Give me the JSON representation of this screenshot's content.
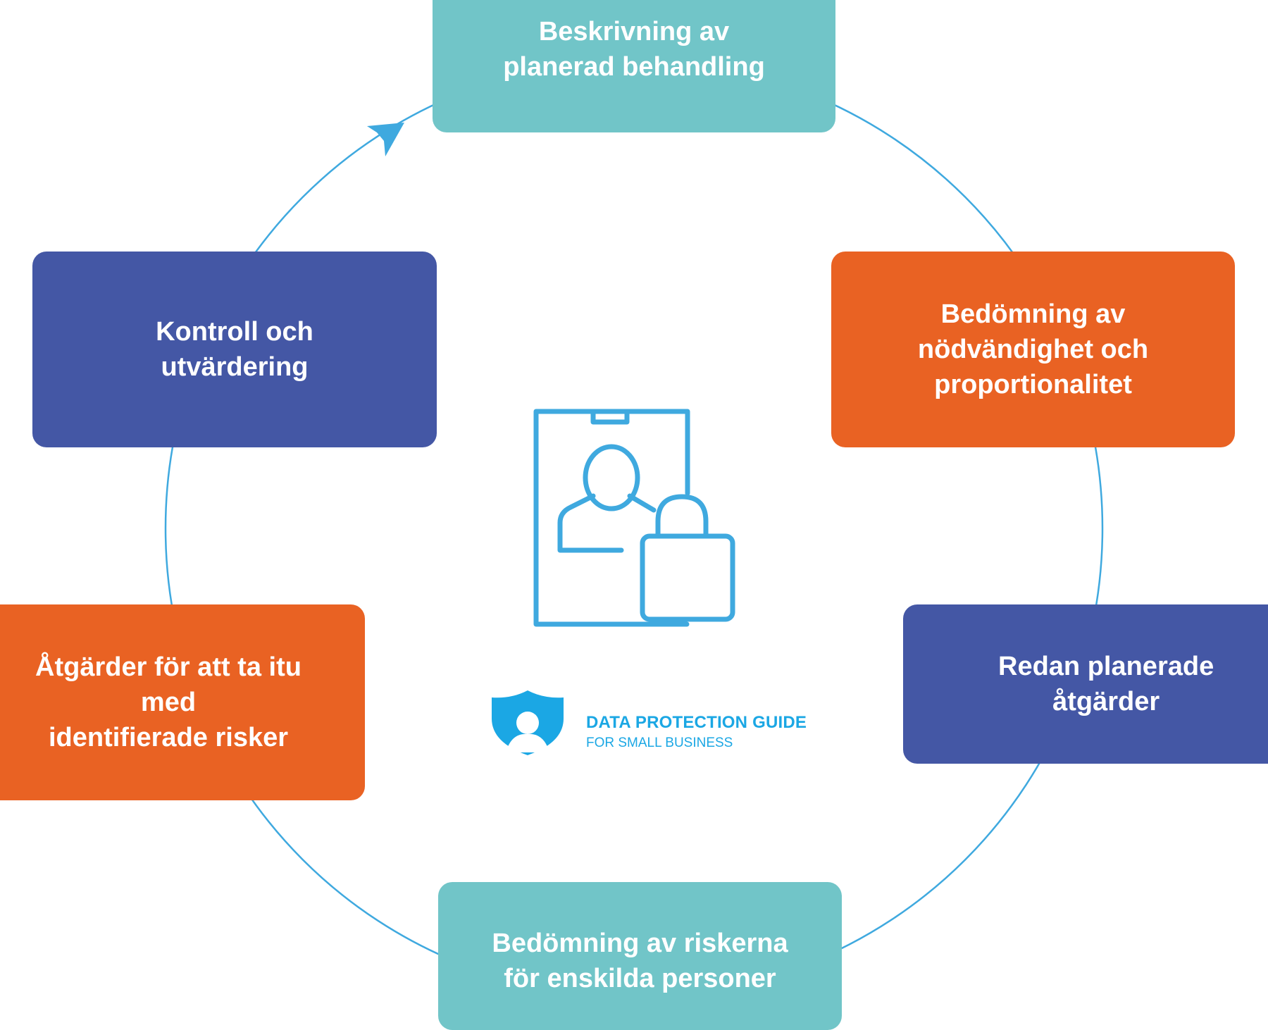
{
  "diagram": {
    "steps": [
      {
        "id": "top",
        "label": "Beskrivning av\nplanerad behandling",
        "color": "#71c5c8"
      },
      {
        "id": "right-upper",
        "label": "Bedömning av\nnödvändighet och\nproportionalitet",
        "color": "#e96223"
      },
      {
        "id": "right-lower",
        "label": "Redan planerade\nåtgärder",
        "color": "#4457a5"
      },
      {
        "id": "bottom",
        "label": "Bedömning av riskerna\nför enskilda personer",
        "color": "#71c5c8"
      },
      {
        "id": "left-lower",
        "label": "Åtgärder för att ta itu\nmed\nidentifierade risker",
        "color": "#e96223"
      },
      {
        "id": "left-upper",
        "label": "Kontroll och\nutvärdering",
        "color": "#4457a5"
      }
    ],
    "ring_color": "#3fa9df",
    "center_icon": "id-badge-padlock-icon"
  },
  "logo": {
    "title": "DATA PROTECTION GUIDE",
    "subtitle": "FOR SMALL BUSINESS",
    "shield_color": "#1ba7e4",
    "icon": "shield-user-icon"
  }
}
